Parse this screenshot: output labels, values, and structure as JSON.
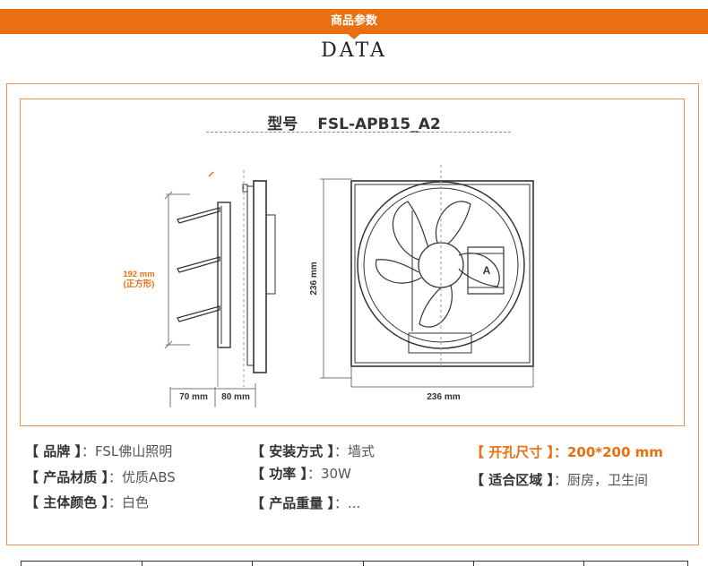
{
  "header": {
    "section_title": "商品参数",
    "subtitle": "DATA"
  },
  "model": {
    "label": "型号",
    "code": "FSL-APB15_A2"
  },
  "diagram": {
    "height_label": "192 mm",
    "height_note": "(正方形)",
    "depth_label_1": "70 mm",
    "depth_label_2": "80 mm",
    "front_height_label": "236 mm",
    "front_width_label": "236 mm",
    "arrow_mark": "A"
  },
  "specs": {
    "brand": {
      "label": "【 品牌 】",
      "value": "：FSL佛山照明"
    },
    "material": {
      "label": "【 产品材质 】",
      "value": "：优质ABS"
    },
    "color": {
      "label": "【 主体颜色 】",
      "value": "：白色"
    },
    "install": {
      "label": "【 安装方式 】",
      "value": "：墙式"
    },
    "power": {
      "label": "【 功率 】",
      "value": "：30W"
    },
    "weight": {
      "label": "【 产品重量 】",
      "value": "：..."
    },
    "hole": {
      "label": "【 开孔尺寸 】",
      "value": "：200*200 mm"
    },
    "area": {
      "label": "【 适合区域 】",
      "value": "：厨房，卫生间"
    }
  },
  "colors": {
    "accent": "#ea6f11",
    "frame": "#e89450",
    "dimension_text": "#ea6f11"
  }
}
